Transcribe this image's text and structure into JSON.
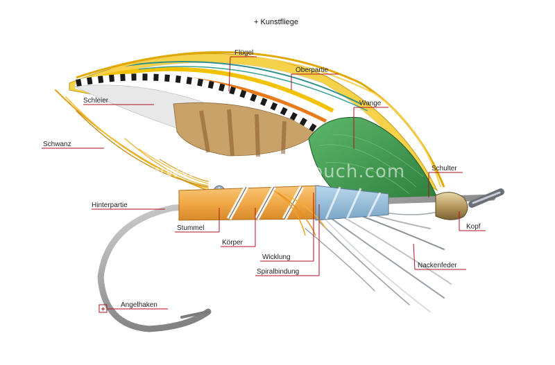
{
  "title": "+ Kunstfliege",
  "watermark": "www.bildwoerterbuch.com",
  "labels": {
    "fluegel": "Flügel",
    "oberpartie": "Oberpartie",
    "schleier": "Schleier",
    "wange": "Wange",
    "schwanz": "Schwanz",
    "schulter": "Schulter",
    "hinterpartie": "Hinterpartie",
    "stummel": "Stummel",
    "kopf": "Kopf",
    "koerper": "Körper",
    "wicklung": "Wicklung",
    "spiralbindung": "Spiralbindung",
    "nackenfeder": "Nackenfeder",
    "angelhaken": "Angelhaken"
  },
  "colors": {
    "leader_line": "#b0121b",
    "wing_yellow": "#f2c200",
    "wing_orange": "#e87a1a",
    "cheek_green": "#3f9a4d",
    "body_orange": "#f0a848",
    "throat_blue": "#8fb8d4",
    "head_bronze": "#b89a60",
    "hook_steel": "#9a9a9a"
  }
}
